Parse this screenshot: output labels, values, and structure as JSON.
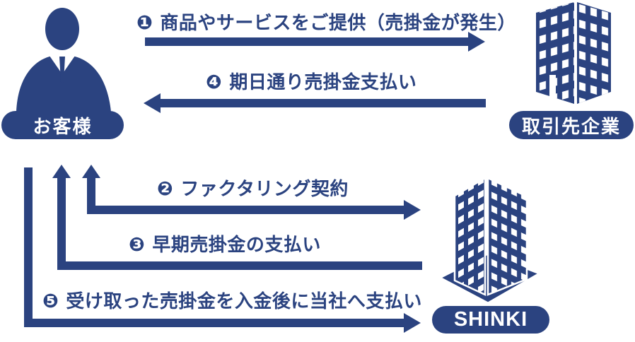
{
  "palette": {
    "navy": "#2b4380",
    "text_on_navy": "#ffffff"
  },
  "actors": {
    "customer": {
      "label": "お客様"
    },
    "client": {
      "label": "取引先企業"
    },
    "shinki": {
      "label": "SHINKI"
    }
  },
  "flows": {
    "f1": {
      "num": "❶",
      "text": "商品やサービスをご提供（売掛金が発生）"
    },
    "f2": {
      "num": "❷",
      "text": "ファクタリング契約"
    },
    "f3": {
      "num": "❸",
      "text": "早期売掛金の支払い"
    },
    "f4": {
      "num": "❹",
      "text": "期日通り売掛金支払い"
    },
    "f5": {
      "num": "❺",
      "text": "受け取った売掛金を入金後に当社へ支払い"
    }
  }
}
